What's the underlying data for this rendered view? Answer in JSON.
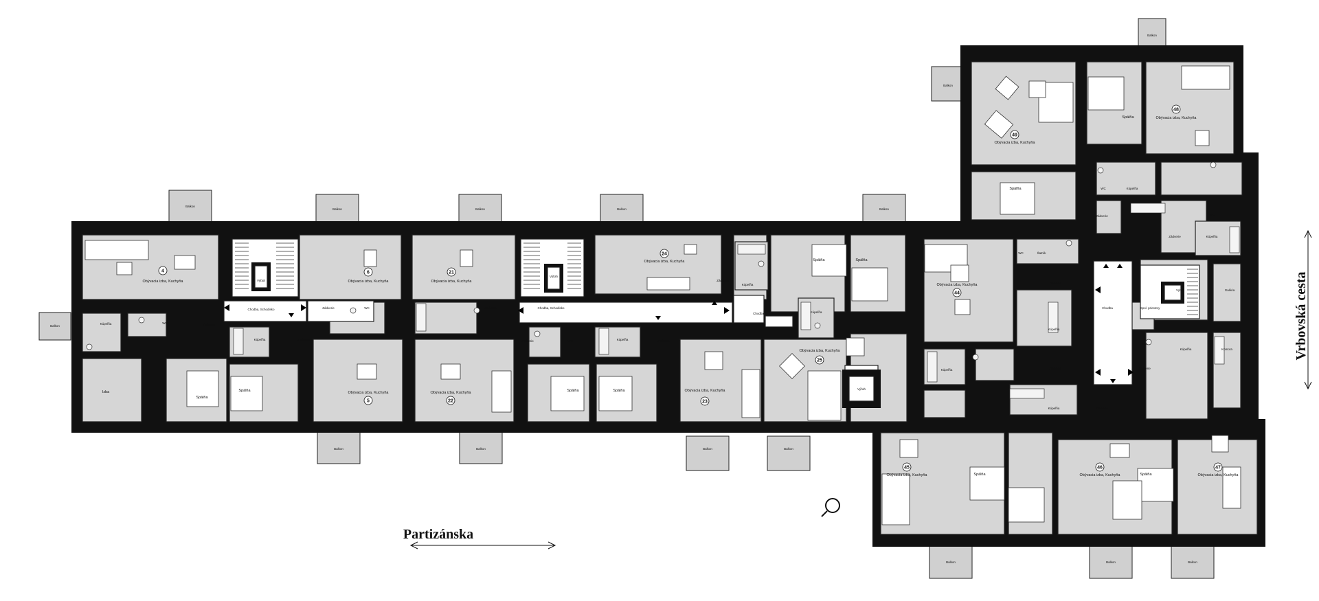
{
  "streets": {
    "bottom": "Partizánska",
    "right": "Vrbovská cesta"
  },
  "balcony_label": "Balkon",
  "apartments": [
    {
      "number": "4",
      "living": "Obývacia izba, Kuchyňa"
    },
    {
      "number": "5",
      "living": "Obývacia izba, Kuchyňa"
    },
    {
      "number": "6",
      "living": "Obývacia izba, Kuchyňa"
    },
    {
      "number": "21",
      "living": "Obývacia izba, Kuchyňa"
    },
    {
      "number": "22",
      "living": "Obývacia izba, Kuchyňa"
    },
    {
      "number": "23",
      "living": "Obývacia izba, Kuchyňa"
    },
    {
      "number": "24",
      "living": "Obývacia izba, Kuchyňa"
    },
    {
      "number": "25",
      "living": "Obývacia izba, Kuchyňa"
    },
    {
      "number": "44",
      "living": "Obývacia izba, Kuchyňa"
    },
    {
      "number": "45",
      "living": "Obývacia izba, Kuchyňa"
    },
    {
      "number": "46",
      "living": "Obývacia izba, Kuchyňa"
    },
    {
      "number": "47",
      "living": "Obývacia izba, Kuchyňa"
    },
    {
      "number": "48",
      "living": "Obývacia izba, Kuchyňa"
    },
    {
      "number": "49",
      "living": "Obývacia izba, Kuchyňa"
    }
  ],
  "room_labels": {
    "bedroom": "Spálňa",
    "bathroom": "Kúpeľňa",
    "wc": "WC",
    "hall": "Zádverie",
    "lift": "Výťah",
    "corridor_stairs": "Chodba, Schodisko",
    "corridor": "Chodba",
    "room": "Izba",
    "closet": "Šatník",
    "chamber": "Komora",
    "gallery": "Galéria",
    "stairs_note": "Spol. priestory"
  },
  "colors": {
    "wall": "#111111",
    "room": "#d6d6d6",
    "corridor": "#ffffff"
  }
}
